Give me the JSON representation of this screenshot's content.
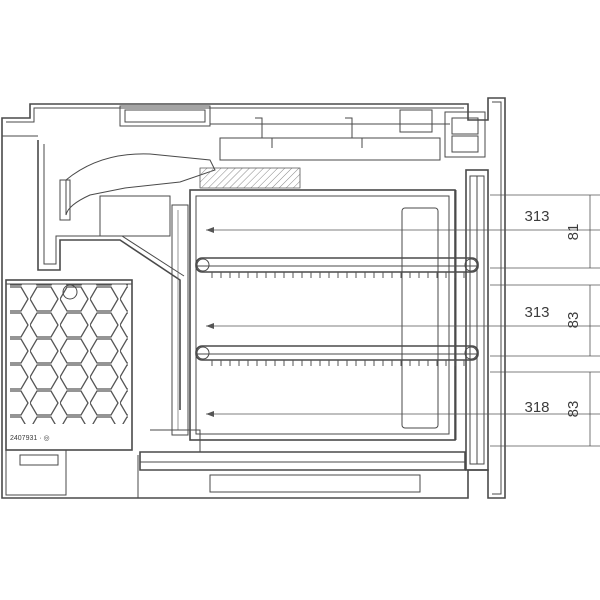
{
  "dimensions": {
    "widths": [
      {
        "label": "313"
      },
      {
        "label": "313"
      },
      {
        "label": "318"
      }
    ],
    "heights": [
      {
        "label": "81"
      },
      {
        "label": "83"
      },
      {
        "label": "83"
      }
    ]
  },
  "filter_label": {
    "text": "2407931 ·  ◎"
  },
  "colors": {
    "line": "#4a4a4a",
    "hatch": "#888888",
    "background": "#ffffff"
  }
}
